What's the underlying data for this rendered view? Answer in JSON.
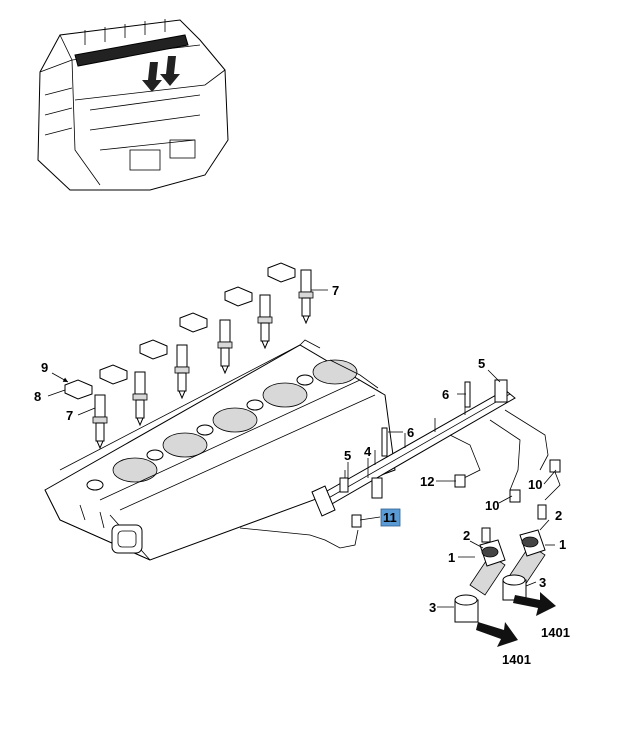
{
  "callouts": {
    "c7a": "7",
    "c7b": "7",
    "c9": "9",
    "c8": "8",
    "c6a": "6",
    "c6b": "6",
    "c5a": "5",
    "c5b": "5",
    "c4": "4",
    "c12": "12",
    "c10a": "10",
    "c10b": "10",
    "c11": "11",
    "c2a": "2",
    "c2b": "2",
    "c1a": "1",
    "c1b": "1",
    "c3a": "3",
    "c3b": "3",
    "ref1401a": "1401",
    "ref1401b": "1401"
  },
  "colors": {
    "highlight_box": "#5b9bd5",
    "locator_highlight": "#222222"
  }
}
